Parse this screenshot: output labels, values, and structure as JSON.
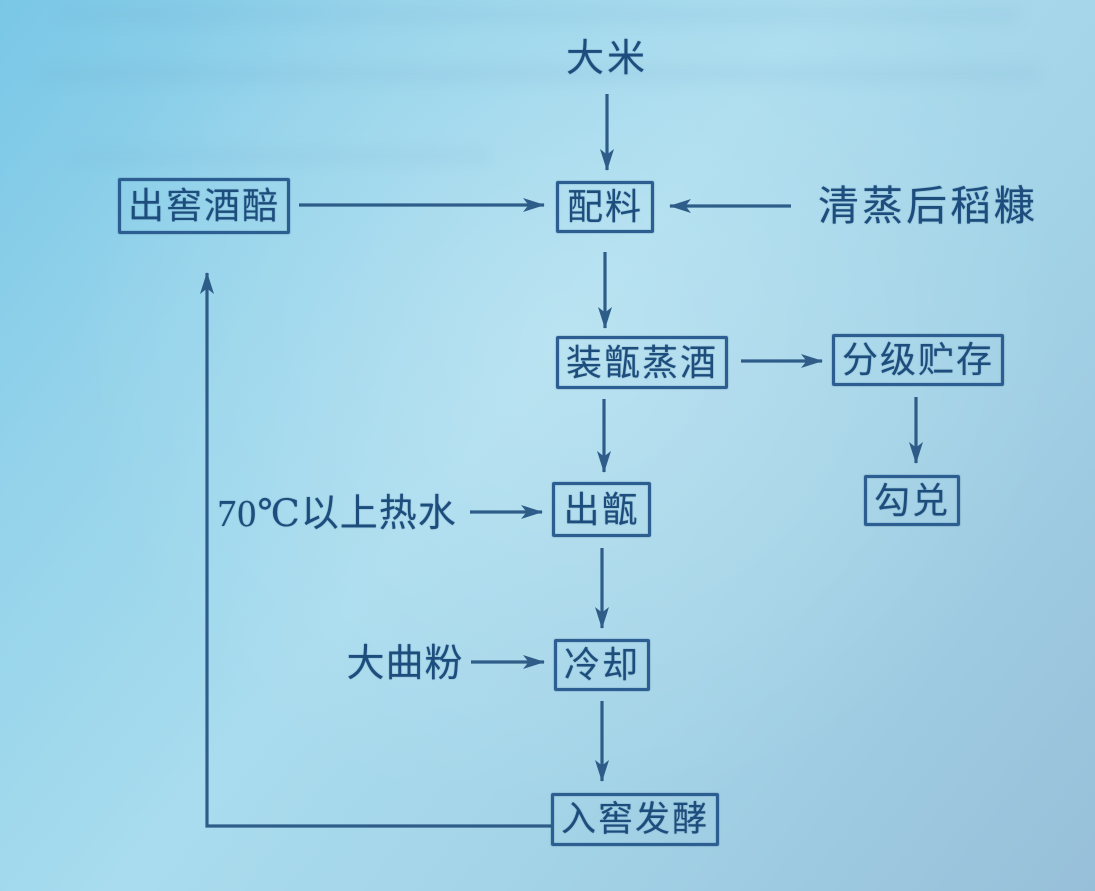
{
  "colors": {
    "page_background": "#a9dcee",
    "ink_text": "#1d4d7c",
    "ink_border": "#2c5e91",
    "ink_line": "#2a5885"
  },
  "diagram": {
    "type": "flowchart",
    "description_language": "zh",
    "nodes": {
      "rice": {
        "label": "大米",
        "shape": "text"
      },
      "pit_grains": {
        "label": "出窖酒醅",
        "shape": "box"
      },
      "mixing": {
        "label": "配料",
        "shape": "box"
      },
      "steamed_husk": {
        "label": "清蒸后稻糠",
        "shape": "text"
      },
      "load_distill": {
        "label": "装甑蒸酒",
        "shape": "box"
      },
      "graded_storage": {
        "label": "分级贮存",
        "shape": "box"
      },
      "blending": {
        "label": "勾兑",
        "shape": "box"
      },
      "out_steamer": {
        "label": "出甑",
        "shape": "box"
      },
      "hot_water": {
        "label": "70℃以上热水",
        "shape": "text"
      },
      "cooling": {
        "label": "冷却",
        "shape": "box"
      },
      "daqu_powder": {
        "label": "大曲粉",
        "shape": "text"
      },
      "cellar_ferment": {
        "label": "入窖发酵",
        "shape": "box"
      }
    },
    "edges": [
      {
        "from": "rice",
        "to": "mixing"
      },
      {
        "from": "pit_grains",
        "to": "mixing"
      },
      {
        "from": "steamed_husk",
        "to": "mixing"
      },
      {
        "from": "mixing",
        "to": "load_distill"
      },
      {
        "from": "load_distill",
        "to": "graded_storage"
      },
      {
        "from": "graded_storage",
        "to": "blending"
      },
      {
        "from": "load_distill",
        "to": "out_steamer"
      },
      {
        "from": "hot_water",
        "to": "out_steamer"
      },
      {
        "from": "out_steamer",
        "to": "cooling"
      },
      {
        "from": "daqu_powder",
        "to": "cooling"
      },
      {
        "from": "cooling",
        "to": "cellar_ferment"
      },
      {
        "from": "cellar_ferment",
        "to": "pit_grains"
      }
    ]
  }
}
